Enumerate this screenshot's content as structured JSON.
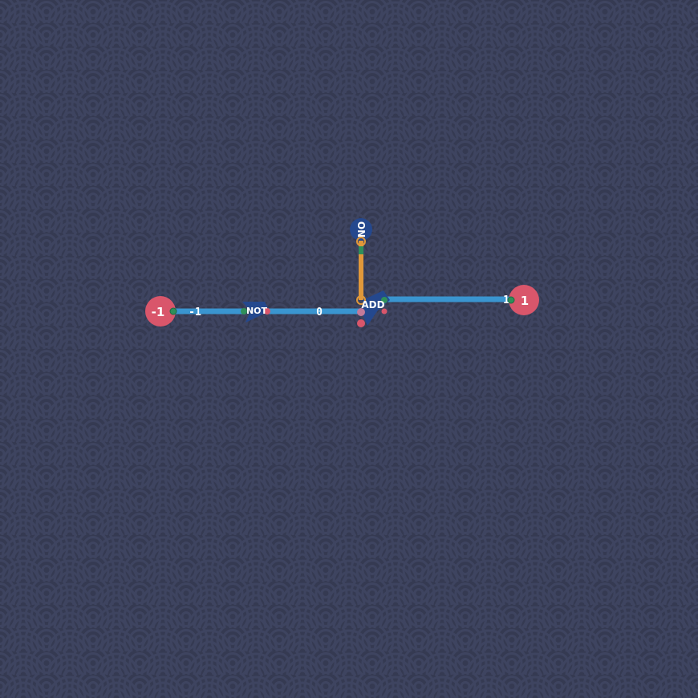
{
  "colors": {
    "background": "#353a52",
    "pattern": "#3e4460",
    "wire_blue": "#3a95d0",
    "wire_orange": "#e0983a",
    "value_node": "#d9566b",
    "gate": "#24488e",
    "port_green": "#2f8f5a",
    "port_pink": "#d9566b"
  },
  "nodes": {
    "input": {
      "label": "-1"
    },
    "output": {
      "label": "1"
    },
    "not_gate": {
      "label": "NOT"
    },
    "add_gate": {
      "label": "ADD"
    },
    "on_switch": {
      "label": "ON"
    }
  },
  "wires": {
    "input_to_not": {
      "value": "-1"
    },
    "not_to_add": {
      "value": "0"
    },
    "add_to_output": {
      "value": "1"
    }
  }
}
